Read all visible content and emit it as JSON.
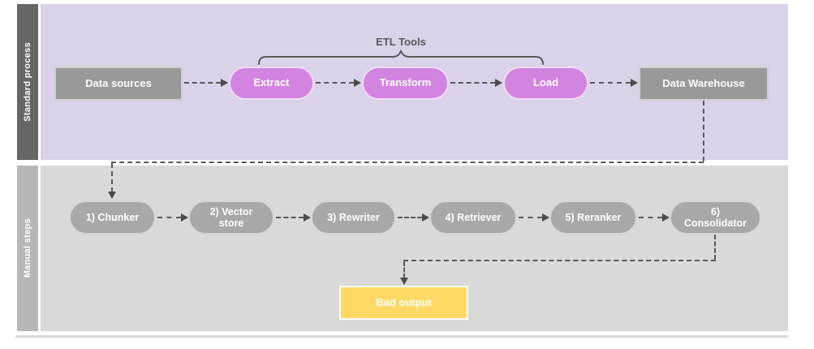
{
  "lanes": {
    "standard": {
      "label": "Standard process",
      "group_label": "ETL Tools",
      "nodes": {
        "data_sources": "Data sources",
        "extract": "Extract",
        "transform": "Transform",
        "load": "Load",
        "data_warehouse": "Data Warehouse"
      }
    },
    "manual": {
      "label": "Manual steps",
      "nodes": {
        "chunker": "1) Chunker",
        "vector_store": "2) Vector store",
        "rewriter": "3) Rewriter",
        "retriever": "4) Retriever",
        "reranker": "5) Reranker",
        "consolidator": "6) Consolidator",
        "bad_output": "Bad output"
      }
    }
  },
  "colors": {
    "standard_lane_bg": "#d9d2e9",
    "manual_lane_bg": "#d9d9d9",
    "standard_sidebar": "#666666",
    "manual_sidebar": "#b7b7b7",
    "etl_pill": "#d284e0",
    "gray_box": "#999999",
    "gray_pill": "#a8a8a8",
    "bad_output_bg": "#ffd966",
    "connector": "#595959"
  }
}
